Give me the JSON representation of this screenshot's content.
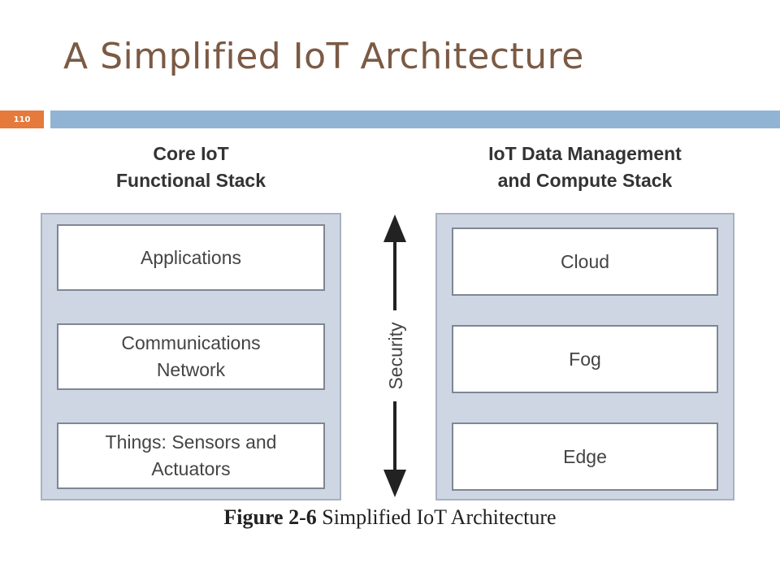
{
  "slide": {
    "title": "A Simplified IoT Architecture",
    "page_number": "110",
    "accent_color": "#e57a3c",
    "header_bar_color": "#92b4d4",
    "title_color": "#7b5a44"
  },
  "diagram": {
    "left_stack": {
      "heading_line1": "Core IoT",
      "heading_line2": "Functional Stack",
      "layers": [
        {
          "line1": "Applications",
          "line2": ""
        },
        {
          "line1": "Communications",
          "line2": "Network"
        },
        {
          "line1": "Things: Sensors and",
          "line2": "Actuators"
        }
      ]
    },
    "right_stack": {
      "heading_line1": "IoT Data Management",
      "heading_line2": "and Compute Stack",
      "layers": [
        {
          "line1": "Cloud"
        },
        {
          "line1": "Fog"
        },
        {
          "line1": "Edge"
        }
      ]
    },
    "security_label": "Security",
    "arrow_icon": "double-headed-vertical-arrow-icon",
    "panel_color": "#cfd6e3"
  },
  "caption": {
    "figure_label": "Figure 2-6",
    "text": "Simplified IoT Architecture"
  }
}
